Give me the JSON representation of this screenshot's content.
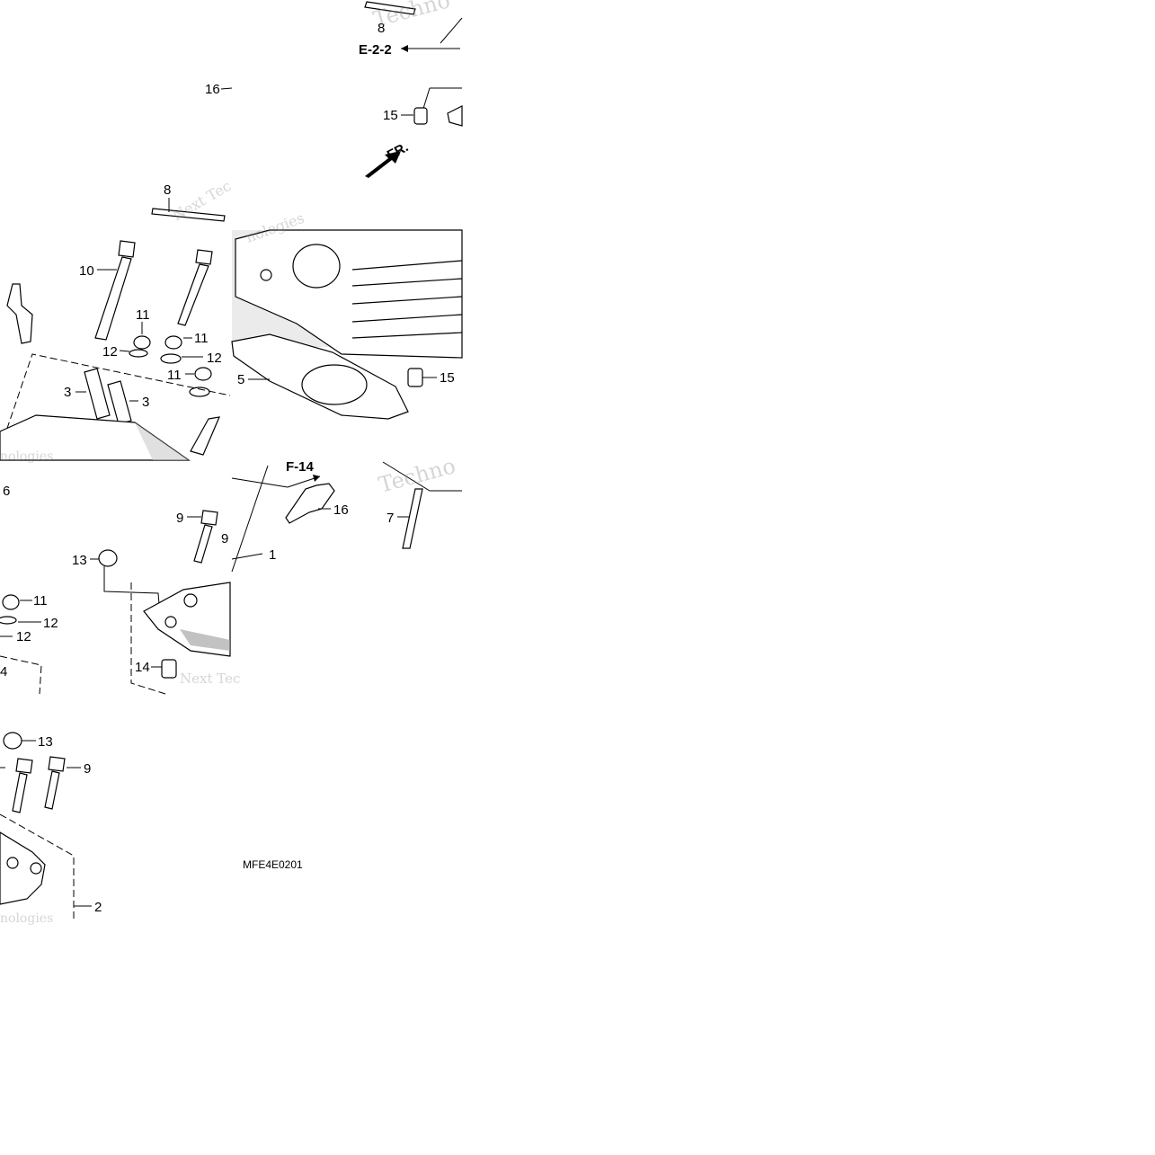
{
  "callouts": {
    "c8_top": "8",
    "c16_top": "16",
    "c15_top": "15",
    "c8_mid": "8",
    "c10": "10",
    "c11_a": "11",
    "c11_b": "11",
    "c11_c": "11",
    "c12_a": "12",
    "c12_b": "12",
    "c3_a": "3",
    "c3_b": "3",
    "c5": "5",
    "c15_mid": "15",
    "c6": "6",
    "c9_a": "9",
    "c9_b": "9",
    "c13_a": "13",
    "c16_mid": "16",
    "c7": "7",
    "c1": "1",
    "c11_d": "11",
    "c12_c": "12",
    "c12_d": "12",
    "c4": "4",
    "c14": "14",
    "c13_b": "13",
    "c9_c": "9",
    "c2": "2"
  },
  "references": {
    "e22": "E-2-2",
    "f14": "F-14",
    "fr": "FR."
  },
  "diagram_code": "MFE4E0201",
  "watermark": {
    "brand1": "Techno",
    "brand2": "Next Tec",
    "brand3": "nologies"
  }
}
